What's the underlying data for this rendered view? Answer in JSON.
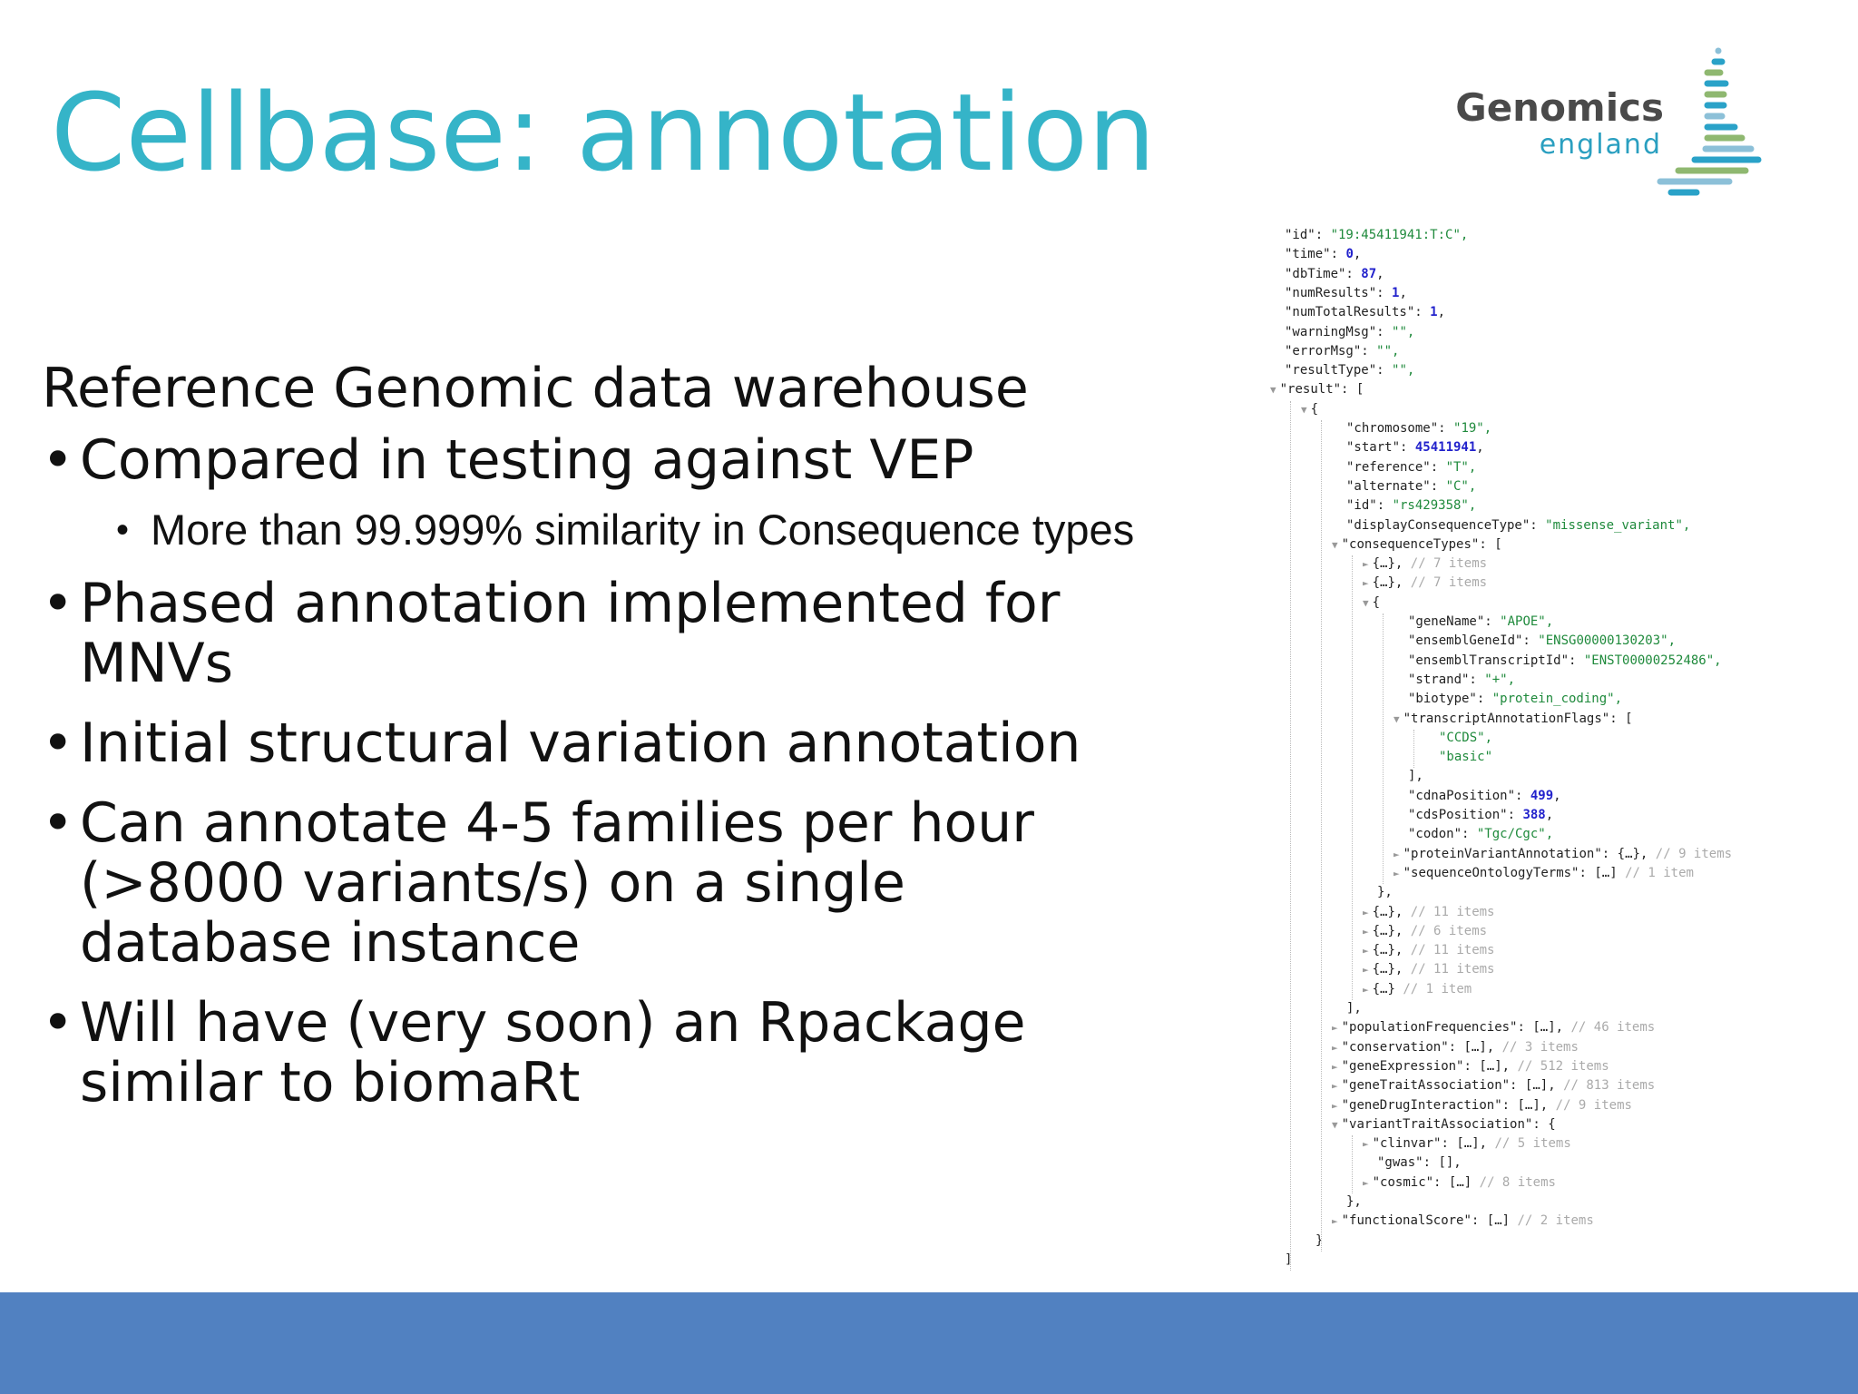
{
  "slide": {
    "title": "Cellbase: annotation",
    "lead": "Reference Genomic data warehouse",
    "bullets": [
      "Compared in testing against VEP",
      "Phased annotation implemented for MNVs",
      "Initial structural variation annotation",
      "Can annotate 4-5 families per hour (>8000 variants/s) on a single database instance",
      "Will have (very soon) an Rpackage similar to biomaRt"
    ],
    "sub_bullet": "More than 99.999% similarity in Consequence types",
    "bullet_glyph": "•"
  },
  "logo": {
    "line1": "Genomics",
    "line2": "england"
  },
  "colors": {
    "title": "#35b4c8",
    "footer": "#5181c1",
    "json_string": "#1f8a3c",
    "json_number": "#2222cc"
  },
  "json_view": [
    {
      "d": 0,
      "k": "id",
      "v": "19:45411941:T:C",
      "vt": "s"
    },
    {
      "d": 0,
      "k": "time",
      "v": "0",
      "vt": "n"
    },
    {
      "d": 0,
      "k": "dbTime",
      "v": "87",
      "vt": "n"
    },
    {
      "d": 0,
      "k": "numResults",
      "v": "1",
      "vt": "n"
    },
    {
      "d": 0,
      "k": "numTotalResults",
      "v": "1",
      "vt": "n"
    },
    {
      "d": 0,
      "k": "warningMsg",
      "v": "",
      "vt": "s"
    },
    {
      "d": 0,
      "k": "errorMsg",
      "v": "",
      "vt": "s"
    },
    {
      "d": 0,
      "k": "resultType",
      "v": "",
      "vt": "s"
    },
    {
      "d": 0,
      "k": "result",
      "v": "[",
      "vt": "o",
      "t": "▼"
    },
    {
      "d": 1,
      "v": "{",
      "vt": "o",
      "t": "▼"
    },
    {
      "d": 2,
      "k": "chromosome",
      "v": "19",
      "vt": "s"
    },
    {
      "d": 2,
      "k": "start",
      "v": "45411941",
      "vt": "n"
    },
    {
      "d": 2,
      "k": "reference",
      "v": "T",
      "vt": "s"
    },
    {
      "d": 2,
      "k": "alternate",
      "v": "C",
      "vt": "s"
    },
    {
      "d": 2,
      "k": "id",
      "v": "rs429358",
      "vt": "s"
    },
    {
      "d": 2,
      "k": "displayConsequenceType",
      "v": "missense_variant",
      "vt": "s"
    },
    {
      "d": 2,
      "k": "consequenceTypes",
      "v": "[",
      "vt": "o",
      "t": "▼"
    },
    {
      "d": 3,
      "v": "{…},",
      "vt": "o",
      "t": "►",
      "cm": "// 7 items"
    },
    {
      "d": 3,
      "v": "{…},",
      "vt": "o",
      "t": "►",
      "cm": "// 7 items"
    },
    {
      "d": 3,
      "v": "{",
      "vt": "o",
      "t": "▼"
    },
    {
      "d": 4,
      "k": "geneName",
      "v": "APOE",
      "vt": "s"
    },
    {
      "d": 4,
      "k": "ensemblGeneId",
      "v": "ENSG00000130203",
      "vt": "s"
    },
    {
      "d": 4,
      "k": "ensemblTranscriptId",
      "v": "ENST00000252486",
      "vt": "s"
    },
    {
      "d": 4,
      "k": "strand",
      "v": "+",
      "vt": "s"
    },
    {
      "d": 4,
      "k": "biotype",
      "v": "protein_coding",
      "vt": "s"
    },
    {
      "d": 4,
      "k": "transcriptAnnotationFlags",
      "v": "[",
      "vt": "o",
      "t": "▼"
    },
    {
      "d": 5,
      "v": "\"CCDS\",",
      "vt": "s2"
    },
    {
      "d": 5,
      "v": "\"basic\"",
      "vt": "s2"
    },
    {
      "d": 4,
      "v": "],",
      "vt": "o"
    },
    {
      "d": 4,
      "k": "cdnaPosition",
      "v": "499",
      "vt": "n"
    },
    {
      "d": 4,
      "k": "cdsPosition",
      "v": "388",
      "vt": "n"
    },
    {
      "d": 4,
      "k": "codon",
      "v": "Tgc/Cgc",
      "vt": "s"
    },
    {
      "d": 4,
      "k": "proteinVariantAnnotation",
      "v": "{…},",
      "vt": "o",
      "t": "►",
      "cm": "// 9 items"
    },
    {
      "d": 4,
      "k": "sequenceOntologyTerms",
      "v": "[…]",
      "vt": "o",
      "t": "►",
      "cm": "// 1 item"
    },
    {
      "d": 3,
      "v": "},",
      "vt": "o"
    },
    {
      "d": 3,
      "v": "{…},",
      "vt": "o",
      "t": "►",
      "cm": "// 11 items"
    },
    {
      "d": 3,
      "v": "{…},",
      "vt": "o",
      "t": "►",
      "cm": "// 6 items"
    },
    {
      "d": 3,
      "v": "{…},",
      "vt": "o",
      "t": "►",
      "cm": "// 11 items"
    },
    {
      "d": 3,
      "v": "{…},",
      "vt": "o",
      "t": "►",
      "cm": "// 11 items"
    },
    {
      "d": 3,
      "v": "{…}",
      "vt": "o",
      "t": "►",
      "cm": "// 1 item"
    },
    {
      "d": 2,
      "v": "],",
      "vt": "o"
    },
    {
      "d": 2,
      "k": "populationFrequencies",
      "v": "[…],",
      "vt": "o",
      "t": "►",
      "cm": "// 46 items"
    },
    {
      "d": 2,
      "k": "conservation",
      "v": "[…],",
      "vt": "o",
      "t": "►",
      "cm": "// 3 items"
    },
    {
      "d": 2,
      "k": "geneExpression",
      "v": "[…],",
      "vt": "o",
      "t": "►",
      "cm": "// 512 items"
    },
    {
      "d": 2,
      "k": "geneTraitAssociation",
      "v": "[…],",
      "vt": "o",
      "t": "►",
      "cm": "// 813 items"
    },
    {
      "d": 2,
      "k": "geneDrugInteraction",
      "v": "[…],",
      "vt": "o",
      "t": "►",
      "cm": "// 9 items"
    },
    {
      "d": 2,
      "k": "variantTraitAssociation",
      "v": "{",
      "vt": "o",
      "t": "▼"
    },
    {
      "d": 3,
      "k": "clinvar",
      "v": "[…],",
      "vt": "o",
      "t": "►",
      "cm": "// 5 items"
    },
    {
      "d": 3,
      "k": "gwas",
      "v": "[],",
      "vt": "o"
    },
    {
      "d": 3,
      "k": "cosmic",
      "v": "[…]",
      "vt": "o",
      "t": "►",
      "cm": "// 8 items"
    },
    {
      "d": 2,
      "v": "},",
      "vt": "o"
    },
    {
      "d": 2,
      "k": "functionalScore",
      "v": "[…]",
      "vt": "o",
      "t": "►",
      "cm": "// 2 items"
    },
    {
      "d": 1,
      "v": "}",
      "vt": "o"
    },
    {
      "d": 0,
      "v": "]",
      "vt": "o"
    }
  ]
}
